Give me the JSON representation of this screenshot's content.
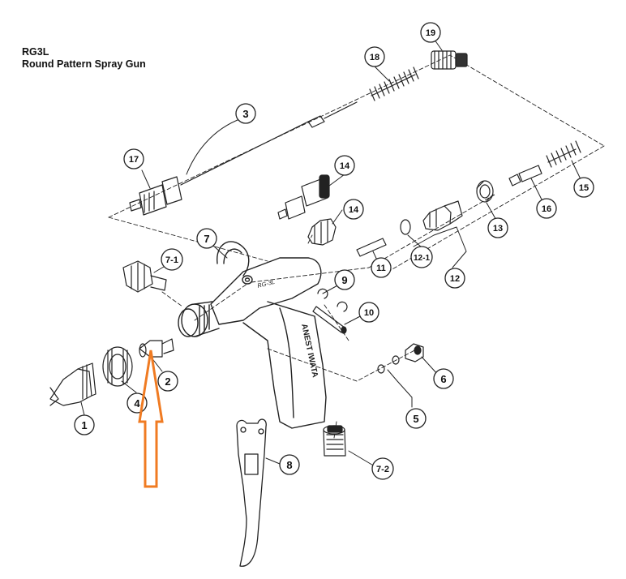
{
  "header": {
    "model": "RG3L",
    "title": "Round Pattern Spray Gun"
  },
  "body_marking": "RG-3L",
  "brand_marking": "ANEST IWATA",
  "colors": {
    "line": "#222222",
    "arrow": "#f07b22"
  },
  "callouts": [
    {
      "id": "c1",
      "label": "1"
    },
    {
      "id": "c2",
      "label": "2"
    },
    {
      "id": "c3",
      "label": "3"
    },
    {
      "id": "c4",
      "label": "4"
    },
    {
      "id": "c5",
      "label": "5"
    },
    {
      "id": "c6",
      "label": "6"
    },
    {
      "id": "c7",
      "label": "7"
    },
    {
      "id": "c71",
      "label": "7-1"
    },
    {
      "id": "c72",
      "label": "7-2"
    },
    {
      "id": "c8",
      "label": "8"
    },
    {
      "id": "c9",
      "label": "9"
    },
    {
      "id": "c10",
      "label": "10"
    },
    {
      "id": "c11",
      "label": "11"
    },
    {
      "id": "c12",
      "label": "12"
    },
    {
      "id": "c121",
      "label": "12-1"
    },
    {
      "id": "c13",
      "label": "13"
    },
    {
      "id": "c14a",
      "label": "14"
    },
    {
      "id": "c14b",
      "label": "14"
    },
    {
      "id": "c15",
      "label": "15"
    },
    {
      "id": "c16",
      "label": "16"
    },
    {
      "id": "c17",
      "label": "17"
    },
    {
      "id": "c18",
      "label": "18"
    },
    {
      "id": "c19",
      "label": "19"
    }
  ]
}
